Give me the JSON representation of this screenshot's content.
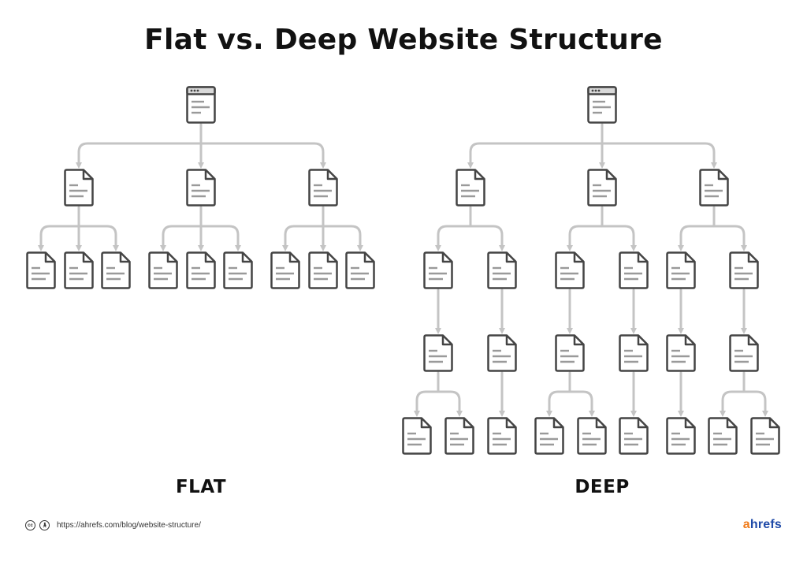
{
  "title": "Flat vs. Deep Website Structure",
  "labels": {
    "flat": "FLAT",
    "deep": "DEEP"
  },
  "footer": {
    "url": "https://ahrefs.com/blog/website-structure/",
    "license_icons": [
      "cc-icon",
      "by-icon"
    ]
  },
  "brand": {
    "first_letter": "a",
    "rest": "hrefs",
    "colors": {
      "first_letter": "#f07c1b",
      "rest": "#1f4aa8"
    }
  },
  "diagram": {
    "stroke_color": "#444444",
    "connector_color": "#c4c4c4",
    "flat": {
      "root": "homepage",
      "children": [
        {
          "type": "page",
          "children": [
            {
              "type": "page"
            },
            {
              "type": "page"
            },
            {
              "type": "page"
            }
          ]
        },
        {
          "type": "page",
          "children": [
            {
              "type": "page"
            },
            {
              "type": "page"
            },
            {
              "type": "page"
            }
          ]
        },
        {
          "type": "page",
          "children": [
            {
              "type": "page"
            },
            {
              "type": "page"
            },
            {
              "type": "page"
            }
          ]
        }
      ]
    },
    "deep": {
      "root": "homepage",
      "levels": 4,
      "description": "homepage -> 3 category pages -> 2 subpages each -> 1 page each -> 1 or 2 pages each"
    }
  }
}
